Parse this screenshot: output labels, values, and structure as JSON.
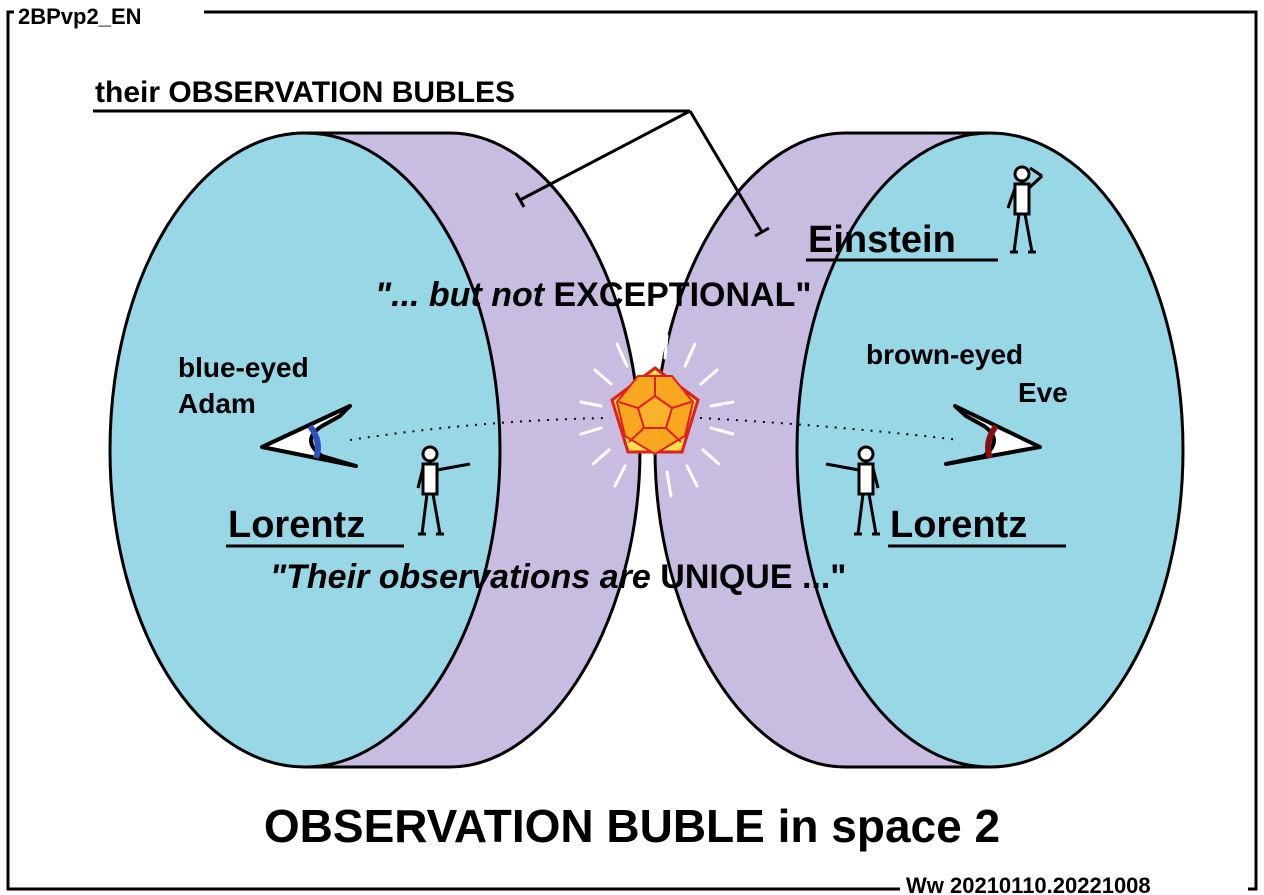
{
  "diagram": {
    "id_label": "2BPvp2_EN",
    "bubbles_label": "their OBSERVATION BUBLES",
    "quote_top": {
      "open": "\"... but not ",
      "emph": "EXCEPTIONAL\""
    },
    "quote_bottom": {
      "open": "\"Their observations are ",
      "emph": "UNIQUE ...\""
    },
    "left_observer": {
      "line1": "blue-eyed",
      "line2": "Adam"
    },
    "right_observer": {
      "line1": "brown-eyed",
      "line2": "Eve"
    },
    "einstein": "Einstein",
    "lorentz_left": "Lorentz",
    "lorentz_right": "Lorentz",
    "title": "OBSERVATION BUBLE in space 2",
    "signature": "Ww 20210110.20221008"
  },
  "colors": {
    "bubble_face": "#97d7e6",
    "bubble_side": "#c8bde1",
    "star_fill": "#f7a81e",
    "star_glow": "#ffe04a",
    "star_edge": "#e02020",
    "eye_left_iris": "#3050c0",
    "eye_right_iris": "#8a1010"
  },
  "icons": [
    "stick-figure-icon",
    "eye-icon",
    "dodecahedron-star-icon"
  ]
}
